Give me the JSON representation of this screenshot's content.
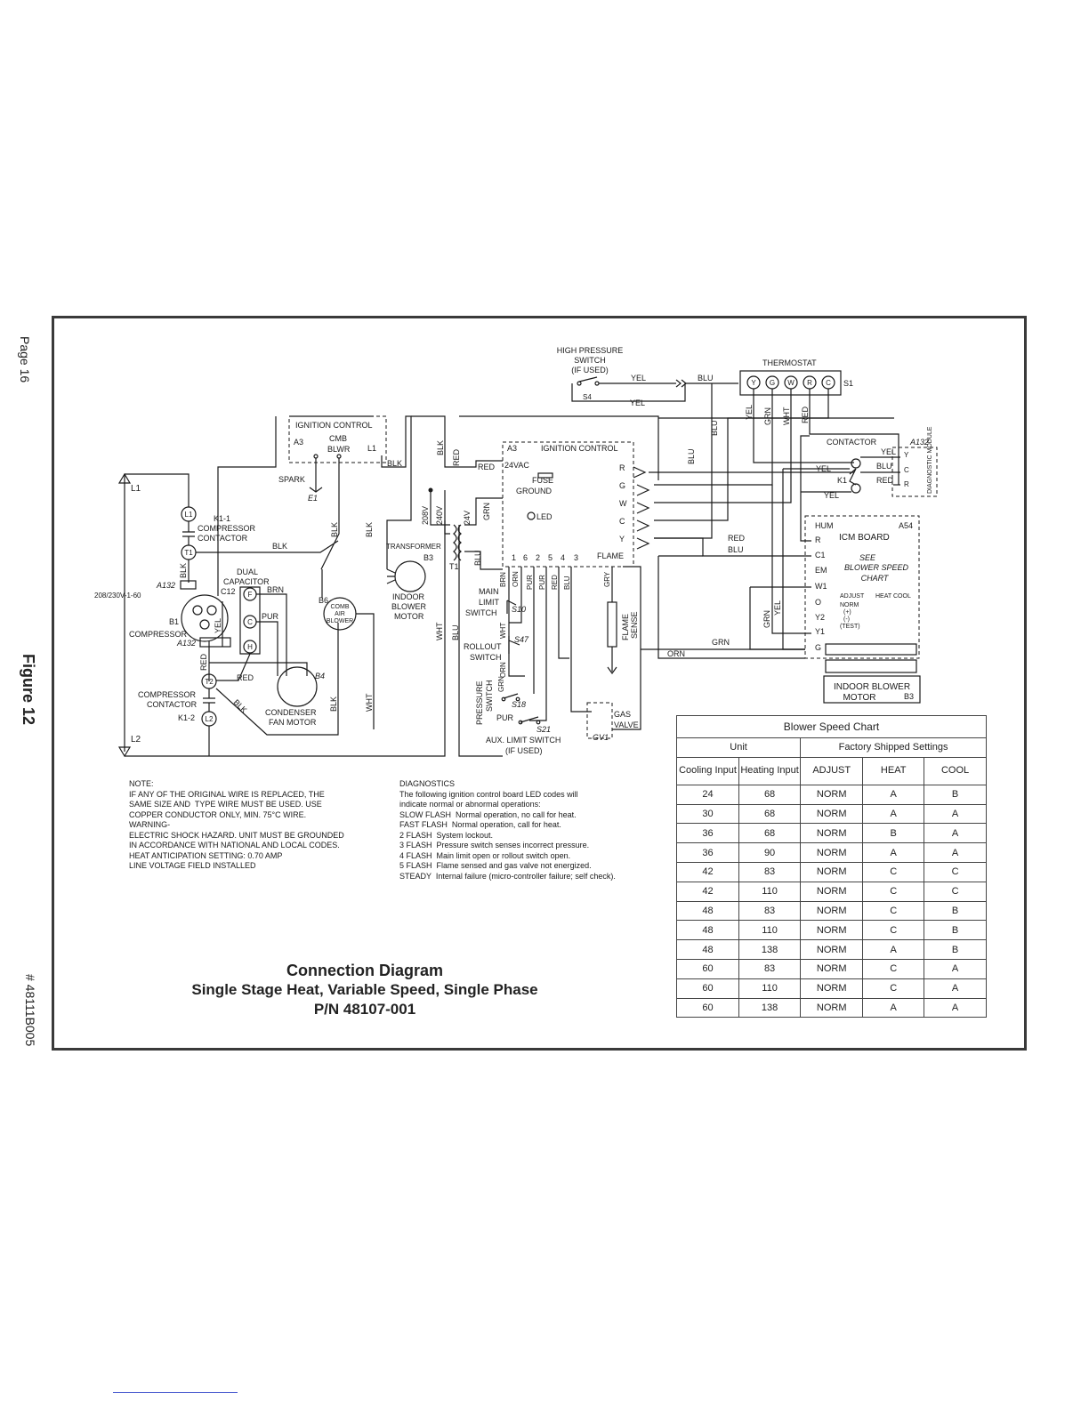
{
  "side": {
    "page": "Page 16",
    "figure": "Figure 12",
    "doc_number": "# 48111B005"
  },
  "diagram": {
    "high_pressure": [
      "HIGH PRESSURE",
      "SWITCH",
      "(IF USED)"
    ],
    "s4": "S4",
    "thermostat": "THERMOSTAT",
    "s1": "S1",
    "tstat_terminals": [
      "Y",
      "G",
      "W",
      "R",
      "C"
    ],
    "ignition_control_left": "IGNITION CONTROL",
    "a3": "A3",
    "cmb_blwr": [
      "CMB",
      "BLWR"
    ],
    "l1_terminal": "L1",
    "spark": "SPARK",
    "e1": "E1",
    "ignition_control_main": "IGNITION CONTROL",
    "a3_main": "A3",
    "v24ac": "24VAC",
    "fuse": "FUSE",
    "ground": "GROUND",
    "led": "LED",
    "flame": "FLAME",
    "board_terminals": [
      "R",
      "G",
      "W",
      "C",
      "Y"
    ],
    "pin_numbers": [
      "1",
      "6",
      "2",
      "5",
      "4",
      "3"
    ],
    "contactor": "CONTACTOR",
    "a132": "A132",
    "k1": "K1",
    "diag_module": "DIAGNOSTIC MODULE",
    "diag_terms": [
      "Y",
      "C",
      "R"
    ],
    "icm_board": "ICM BOARD",
    "a54": "A54",
    "icm_terms": [
      "HUM",
      "R",
      "C1",
      "EM",
      "W1",
      "O",
      "Y2",
      "Y1",
      "G"
    ],
    "see_chart": [
      "SEE",
      "BLOWER SPEED",
      "CHART"
    ],
    "mini_chart_header": [
      "ADJUST",
      "HEAT",
      "COOL"
    ],
    "mini_chart_rows": [
      "NORM",
      "(+)",
      "(-)",
      "(TEST)"
    ],
    "indoor_blower_motor_b3": [
      "INDOOR BLOWER",
      "MOTOR",
      "B3"
    ],
    "l1": "L1",
    "l2": "L2",
    "k1_1": "K1-1",
    "compressor_contactor": [
      "COMPRESSOR",
      "CONTACTOR"
    ],
    "t1": "T1",
    "t2": "T2",
    "l1c": "L1",
    "l2c": "L2",
    "a132_left": "A132",
    "voltage": "208/230V-1-60",
    "dual_capacitor": [
      "DUAL",
      "CAPACITOR"
    ],
    "c12": "C12",
    "cap_terms": [
      "F",
      "C",
      "H"
    ],
    "b1": "B1",
    "compressor": "COMPRESSOR",
    "a132_b": "A132",
    "compressor_contactor_2": [
      "COMPRESSOR",
      "CONTACTOR"
    ],
    "k1_2": "K1-2",
    "b4": "B4",
    "condenser_fan_motor": [
      "CONDENSER",
      "FAN MOTOR"
    ],
    "b6": "B6",
    "comb_air_blower": [
      "COMB",
      "AIR",
      "BLOWER"
    ],
    "transformer": "TRANSFORMER",
    "t1_tr": "T1",
    "v208": "208V",
    "v240": "240V",
    "v24": "24V",
    "b3": "B3",
    "indoor_blower_motor": [
      "INDOOR",
      "BLOWER",
      "MOTOR"
    ],
    "main_limit_switch": [
      "MAIN",
      "LIMIT",
      "SWITCH"
    ],
    "s10": "S10",
    "rollout_switch": [
      "ROLLOUT",
      "SWITCH"
    ],
    "s47": "S47",
    "pressure_switch": [
      "PRESSURE",
      "SWITCH"
    ],
    "s18": "S18",
    "s21": "S21",
    "aux_limit": [
      "AUX. LIMIT SWITCH",
      "(IF USED)"
    ],
    "gas_valve": [
      "GAS",
      "VALVE"
    ],
    "gv1": "GV1",
    "flame_sense": [
      "FLAME",
      "SENSE"
    ],
    "wire_colors": {
      "yel": "YEL",
      "blu": "BLU",
      "red": "RED",
      "grn": "GRN",
      "wht": "WHT",
      "blk": "BLK",
      "brn": "BRN",
      "pur": "PUR",
      "orn": "ORN",
      "gry": "GRY"
    }
  },
  "notes": {
    "left": [
      "NOTE:",
      "IF ANY OF THE ORIGINAL WIRE IS REPLACED, THE",
      "SAME SIZE AND  TYPE WIRE MUST BE USED. USE",
      "COPPER CONDUCTOR ONLY, MIN. 75°C WIRE.",
      "",
      "WARNING-",
      "ELECTRIC SHOCK HAZARD. UNIT MUST BE GROUNDED",
      "IN ACCORDANCE WITH NATIONAL AND LOCAL CODES.",
      "",
      "HEAT ANTICIPATION SETTING: 0.70 AMP",
      "",
      "LINE VOLTAGE FIELD INSTALLED"
    ],
    "diagnostics": [
      "DIAGNOSTICS",
      "",
      "The following ignition control board LED codes will",
      "indicate normal or abnormal operations:",
      "",
      "SLOW FLASH  Normal operation, no call for heat.",
      "FAST FLASH  Normal operation, call for heat.",
      "2 FLASH  System lockout.",
      "3 FLASH  Pressure switch senses incorrect pressure.",
      "4 FLASH  Main limit open or rollout switch open.",
      "5 FLASH  Flame sensed and gas valve not energized.",
      "STEADY  Internal failure (micro-controller failure; self check)."
    ]
  },
  "title": {
    "line1": "Connection Diagram",
    "line2": "Single Stage Heat, Variable Speed, Single Phase",
    "line3": "P/N 48107-001"
  },
  "blower_chart": {
    "caption": "Blower Speed Chart",
    "group_unit": "Unit",
    "group_factory": "Factory Shipped Settings",
    "headers": [
      "Cooling Input",
      "Heating Input",
      "ADJUST",
      "HEAT",
      "COOL"
    ],
    "rows": [
      [
        "24",
        "68",
        "NORM",
        "A",
        "B"
      ],
      [
        "30",
        "68",
        "NORM",
        "A",
        "A"
      ],
      [
        "36",
        "68",
        "NORM",
        "B",
        "A"
      ],
      [
        "36",
        "90",
        "NORM",
        "A",
        "A"
      ],
      [
        "42",
        "83",
        "NORM",
        "C",
        "C"
      ],
      [
        "42",
        "110",
        "NORM",
        "C",
        "C"
      ],
      [
        "48",
        "83",
        "NORM",
        "C",
        "B"
      ],
      [
        "48",
        "110",
        "NORM",
        "C",
        "B"
      ],
      [
        "48",
        "138",
        "NORM",
        "A",
        "B"
      ],
      [
        "60",
        "83",
        "NORM",
        "C",
        "A"
      ],
      [
        "60",
        "110",
        "NORM",
        "C",
        "A"
      ],
      [
        "60",
        "138",
        "NORM",
        "A",
        "A"
      ]
    ]
  }
}
